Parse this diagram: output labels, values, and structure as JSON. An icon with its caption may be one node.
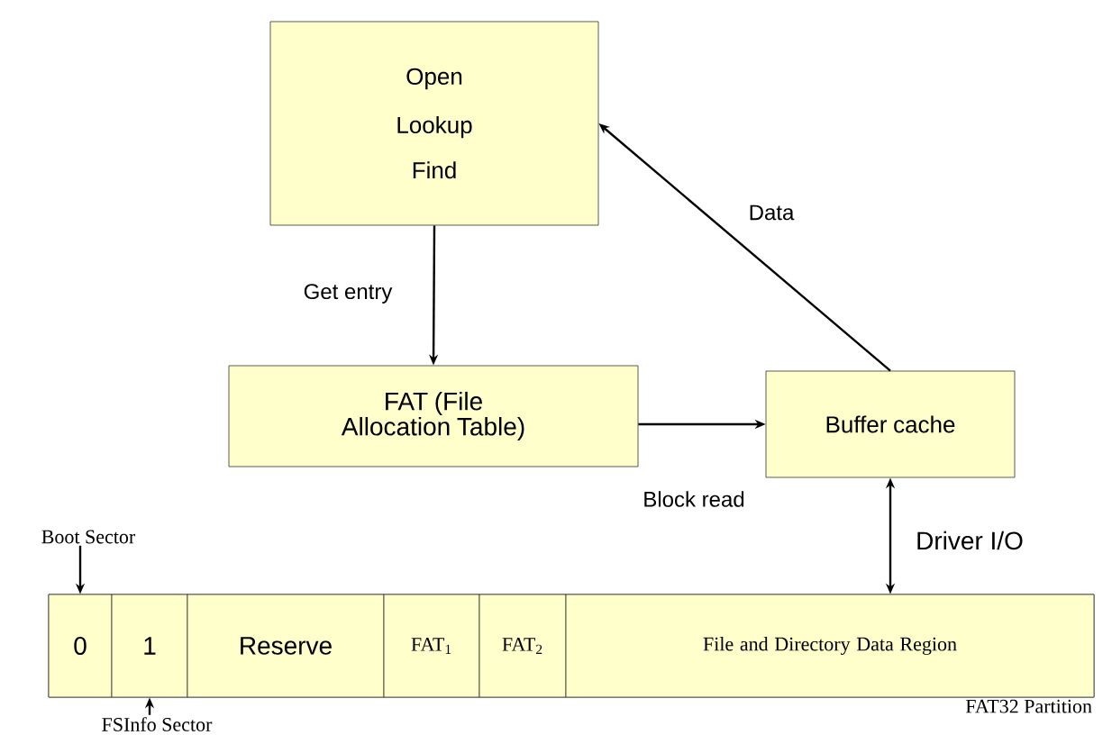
{
  "diagram": {
    "nodes": [
      {
        "text": [
          "Open",
          "Lookup",
          "Find"
        ]
      },
      {
        "text": [
          "FAT (File Allocation Table)"
        ]
      },
      {
        "text": [
          "Buffer cache"
        ]
      },
      {
        "text": [],
        "shape": "bar",
        "beside": [
          "FAT32 Partition"
        ]
      },
      {
        "text": [
          "0"
        ],
        "in": 3
      },
      {
        "text": [
          "1"
        ],
        "in": 3
      },
      {
        "text": [
          "Reserve"
        ],
        "in": 3
      },
      {
        "text": [
          "FAT$_{1}$"
        ],
        "in": 3
      },
      {
        "text": [
          "FAT$_{2}$"
        ],
        "in": 3
      },
      {
        "text": [
          "File and Directory Data Region"
        ],
        "in": 3
      },
      {
        "text": [
          "Boot Sector"
        ]
      },
      {
        "text": [
          "FSInfo Sector"
        ]
      }
    ],
    "edges": [
      {
        "from": 0,
        "to": 1,
        "arrow": "to",
        "label": "Get entry"
      },
      {
        "from": 1,
        "to": 2,
        "arrow": "to",
        "label": "Block read"
      },
      {
        "from": 2,
        "to": 0,
        "arrow": "to",
        "label": "Data"
      },
      {
        "from": 2,
        "to": 9,
        "arrow": "both",
        "label": "Driver I/O"
      },
      {
        "from": 10,
        "to": 4,
        "arrow": "to"
      },
      {
        "from": 11,
        "to": 5,
        "arrow": "to"
      }
    ]
  }
}
